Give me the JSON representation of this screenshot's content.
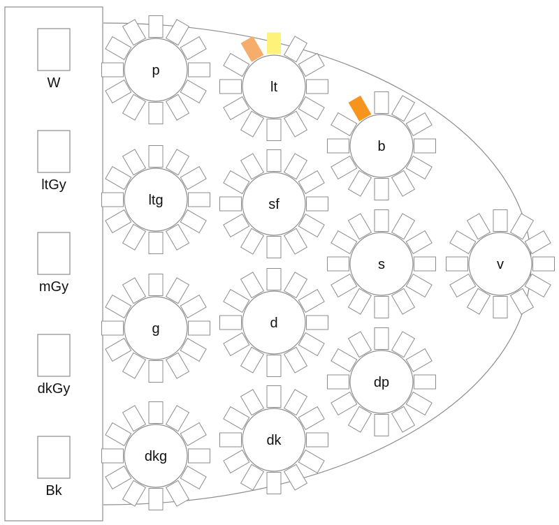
{
  "palette": {
    "outline": "#8c8c8c",
    "background": "#ffffff",
    "text": "#111111"
  },
  "sidebar": {
    "swatches": [
      {
        "label": "W"
      },
      {
        "label": "ltGy"
      },
      {
        "label": "mGy"
      },
      {
        "label": "dkGy"
      },
      {
        "label": "Bk"
      }
    ]
  },
  "tables": [
    {
      "label": "p"
    },
    {
      "label": "lt",
      "filled_seats": [
        {
          "seat": 0,
          "color": "#fff27a"
        },
        {
          "seat": 11,
          "color": "#f6ad6b"
        }
      ]
    },
    {
      "label": "b",
      "filled_seats": [
        {
          "seat": 11,
          "color": "#f7941d"
        }
      ]
    },
    {
      "label": "ltg"
    },
    {
      "label": "sf"
    },
    {
      "label": "s"
    },
    {
      "label": "v"
    },
    {
      "label": "g"
    },
    {
      "label": "d"
    },
    {
      "label": "dp"
    },
    {
      "label": "dkg"
    },
    {
      "label": "dk"
    }
  ]
}
